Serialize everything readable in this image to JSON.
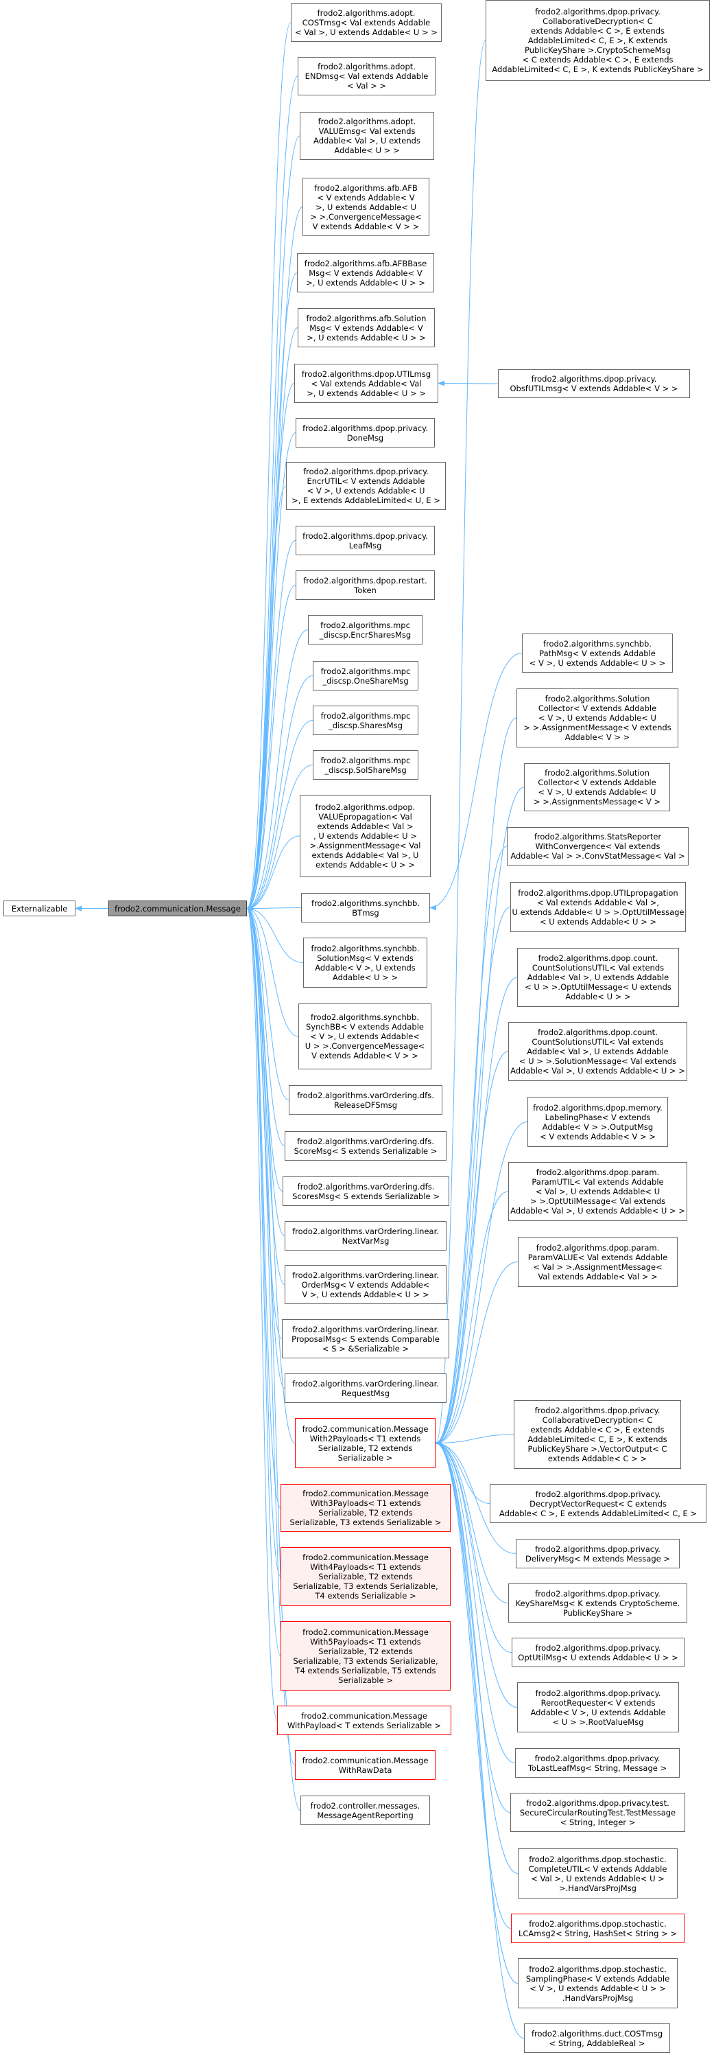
{
  "colors": {
    "edge": "#63b8ff",
    "border": "#666666",
    "red_border": "#ff0000",
    "current_fill": "#999999"
  },
  "nodes": {
    "externalizable": [
      "Externalizable"
    ],
    "message": [
      "frodo2.communication.Message"
    ],
    "cost_msg": [
      "frodo2.algorithms.adopt.",
      "COSTmsg< Val extends Addable",
      "< Val >, U extends Addable< U > >"
    ],
    "end_msg": [
      "frodo2.algorithms.adopt.",
      "ENDmsg< Val extends Addable",
      "< Val > >"
    ],
    "value_msg": [
      "frodo2.algorithms.adopt.",
      "VALUEmsg< Val extends",
      "Addable< Val >, U extends",
      "Addable< U > >"
    ],
    "afb": [
      "frodo2.algorithms.afb.AFB",
      "< V extends Addable< V",
      ">, U extends Addable< U",
      "> >.ConvergenceMessage<",
      "V extends Addable< V > >"
    ],
    "afbbase": [
      "frodo2.algorithms.afb.AFBBase",
      "Msg< V extends Addable< V",
      ">, U extends Addable< U > >"
    ],
    "afb_solution": [
      "frodo2.algorithms.afb.Solution",
      "Msg< V extends Addable< V",
      ">, U extends Addable< U > >"
    ],
    "dpop_util": [
      "frodo2.algorithms.dpop.UTILmsg",
      "< Val extends Addable< Val",
      ">, U extends Addable< U > >"
    ],
    "obsf_util": [
      "frodo2.algorithms.dpop.privacy.",
      "ObsfUTILmsg< V extends Addable< V > >"
    ],
    "done_msg": [
      "frodo2.algorithms.dpop.privacy.",
      "DoneMsg"
    ],
    "encr_util": [
      "frodo2.algorithms.dpop.privacy.",
      "EncrUTIL< V extends Addable",
      "< V >, U extends Addable< U",
      ">, E extends AddableLimited< U, E >"
    ],
    "leaf_msg": [
      "frodo2.algorithms.dpop.privacy.",
      "LeafMsg"
    ],
    "restart_token": [
      "frodo2.algorithms.dpop.restart.",
      "Token"
    ],
    "encr_shares": [
      "frodo2.algorithms.mpc",
      "_discsp.EncrSharesMsg"
    ],
    "one_share": [
      "frodo2.algorithms.mpc",
      "_discsp.OneShareMsg"
    ],
    "shares_msg": [
      "frodo2.algorithms.mpc",
      "_discsp.SharesMsg"
    ],
    "sol_share": [
      "frodo2.algorithms.mpc",
      "_discsp.SolShareMsg"
    ],
    "odpop_value": [
      "frodo2.algorithms.odpop.",
      "VALUEpropagation< Val",
      "extends Addable< Val >",
      ", U extends Addable< U >",
      ">.AssignmentMessage< Val",
      "extends Addable< Val >, U",
      "extends Addable< U > >"
    ],
    "bt_msg": [
      "frodo2.algorithms.synchbb.",
      "BTmsg"
    ],
    "synchbb_solution": [
      "frodo2.algorithms.synchbb.",
      "SolutionMsg< V extends",
      "Addable< V >, U extends",
      "Addable< U > >"
    ],
    "synchbb_bb": [
      "frodo2.algorithms.synchbb.",
      "SynchBB< V extends Addable",
      "< V >, U extends Addable<",
      "U > >.ConvergenceMessage<",
      "V extends Addable< V > >"
    ],
    "release_dfs": [
      "frodo2.algorithms.varOrdering.dfs.",
      "ReleaseDFSmsg"
    ],
    "score_msg": [
      "frodo2.algorithms.varOrdering.dfs.",
      "ScoreMsg< S extends Serializable >"
    ],
    "scores_msg": [
      "frodo2.algorithms.varOrdering.dfs.",
      "ScoresMsg< S extends Serializable >"
    ],
    "next_var": [
      "frodo2.algorithms.varOrdering.linear.",
      "NextVarMsg"
    ],
    "order_msg": [
      "frodo2.algorithms.varOrdering.linear.",
      "OrderMsg< V extends Addable<",
      "V >, U extends Addable< U > >"
    ],
    "proposal_msg": [
      "frodo2.algorithms.varOrdering.linear.",
      "ProposalMsg< S extends Comparable",
      "< S > &Serializable >"
    ],
    "request_msg": [
      "frodo2.algorithms.varOrdering.linear.",
      "RequestMsg"
    ],
    "with2": [
      "frodo2.communication.Message",
      "With2Payloads< T1 extends",
      "Serializable, T2 extends",
      "Serializable >"
    ],
    "with3": [
      "frodo2.communication.Message",
      "With3Payloads< T1 extends",
      "Serializable, T2 extends",
      "Serializable, T3 extends Serializable >"
    ],
    "with4": [
      "frodo2.communication.Message",
      "With4Payloads< T1 extends",
      "Serializable, T2 extends",
      "Serializable, T3 extends Serializable,",
      "T4 extends Serializable >"
    ],
    "with5": [
      "frodo2.communication.Message",
      "With5Payloads< T1 extends",
      "Serializable, T2 extends",
      "Serializable, T3 extends Serializable,",
      "T4 extends Serializable, T5 extends",
      "Serializable >"
    ],
    "with_payload": [
      "frodo2.communication.Message",
      "WithPayload< T extends Serializable >"
    ],
    "with_raw": [
      "frodo2.communication.Message",
      "WithRawData"
    ],
    "agent_reporting": [
      "frodo2.controller.messages.",
      "MessageAgentReporting"
    ],
    "path_msg": [
      "frodo2.algorithms.synchbb.",
      "PathMsg< V extends Addable",
      "< V >, U extends Addable< U > >"
    ],
    "sol_coll_1": [
      "frodo2.algorithms.Solution",
      "Collector< V extends Addable",
      "< V >, U extends Addable< U",
      "> >.AssignmentMessage< V extends",
      "Addable< V > >"
    ],
    "sol_coll_2": [
      "frodo2.algorithms.Solution",
      "Collector< V extends Addable",
      "< V >, U extends Addable< U",
      "> >.AssignmentsMessage< V >"
    ],
    "stats_reporter": [
      "frodo2.algorithms.StatsReporter",
      "WithConvergence< Val extends",
      "Addable< Val > >.ConvStatMessage< Val >"
    ],
    "util_prop": [
      "frodo2.algorithms.dpop.UTILpropagation",
      "< Val extends Addable< Val >,",
      "U extends Addable< U > >.OptUtilMessage",
      "< U extends Addable< U > >"
    ],
    "count_util_1": [
      "frodo2.algorithms.dpop.count.",
      "CountSolutionsUTIL< Val extends",
      "Addable< Val >, U extends Addable",
      "< U > >.OptUtilMessage< U extends",
      "Addable< U > >"
    ],
    "count_util_2": [
      "frodo2.algorithms.dpop.count.",
      "CountSolutionsUTIL< Val extends",
      "Addable< Val >, U extends Addable",
      "< U > >.SolutionMessage< Val extends",
      "Addable< Val >, U extends Addable< U > >"
    ],
    "labeling_phase": [
      "frodo2.algorithms.dpop.memory.",
      "LabelingPhase< V extends",
      "Addable< V > >.OutputMsg",
      "< V extends Addable< V > >"
    ],
    "param_util": [
      "frodo2.algorithms.dpop.param.",
      "ParamUTIL< Val extends Addable",
      "< Val >, U extends Addable< U",
      "> >.OptUtilMessage< Val extends",
      "Addable< Val >, U extends Addable< U > >"
    ],
    "param_value": [
      "frodo2.algorithms.dpop.param.",
      "ParamVALUE< Val extends Addable",
      "< Val > >.AssignmentMessage<",
      "Val extends Addable< Val > >"
    ],
    "collab_decr_1": [
      "frodo2.algorithms.dpop.privacy.",
      "CollaborativeDecryption< C",
      "extends Addable< C >, E extends",
      "AddableLimited< C, E >, K extends",
      "PublicKeyShare >.CryptoSchemeMsg",
      "< C extends Addable< C >, E extends",
      "AddableLimited< C, E >, K extends PublicKeyShare >"
    ],
    "collab_decr_2": [
      "frodo2.algorithms.dpop.privacy.",
      "CollaborativeDecryption< C",
      "extends Addable< C >, E extends",
      "AddableLimited< C, E >, K extends",
      "PublicKeyShare >.VectorOutput< C",
      "extends Addable< C > >"
    ],
    "decrypt_vector": [
      "frodo2.algorithms.dpop.privacy.",
      "DecryptVectorRequest< C extends",
      "Addable< C >, E extends AddableLimited< C, E >"
    ],
    "delivery_msg": [
      "frodo2.algorithms.dpop.privacy.",
      "DeliveryMsg< M extends Message >"
    ],
    "key_share": [
      "frodo2.algorithms.dpop.privacy.",
      "KeyShareMsg< K extends CryptoScheme.",
      "PublicKeyShare >"
    ],
    "opt_util_msg": [
      "frodo2.algorithms.dpop.privacy.",
      "OptUtilMsg< U extends Addable< U > >"
    ],
    "reroot_requester": [
      "frodo2.algorithms.dpop.privacy.",
      "RerootRequester< V extends",
      "Addable< V >, U extends Addable",
      "< U > >.RootValueMsg"
    ],
    "to_last_leaf": [
      "frodo2.algorithms.dpop.privacy.",
      "ToLastLeafMsg< String, Message >"
    ],
    "secure_routing": [
      "frodo2.algorithms.dpop.privacy.test.",
      "SecureCircularRoutingTest.TestMessage",
      "< String, Integer >"
    ],
    "complete_util": [
      "frodo2.algorithms.dpop.stochastic.",
      "CompleteUTIL< V extends Addable",
      "< Val >, U extends Addable< U >",
      ">.HandVarsProjMsg"
    ],
    "lc_amsg2": [
      "frodo2.algorithms.dpop.stochastic.",
      "LCAmsg2< String, HashSet< String > >"
    ],
    "sampling_phase": [
      "frodo2.algorithms.dpop.stochastic.",
      "SamplingPhase< V extends Addable",
      "< V >, U extends Addable< U > >",
      ".HandVarsProjMsg"
    ],
    "duct_cost": [
      "frodo2.algorithms.duct.COSTmsg",
      "< String, AddableReal >"
    ]
  }
}
